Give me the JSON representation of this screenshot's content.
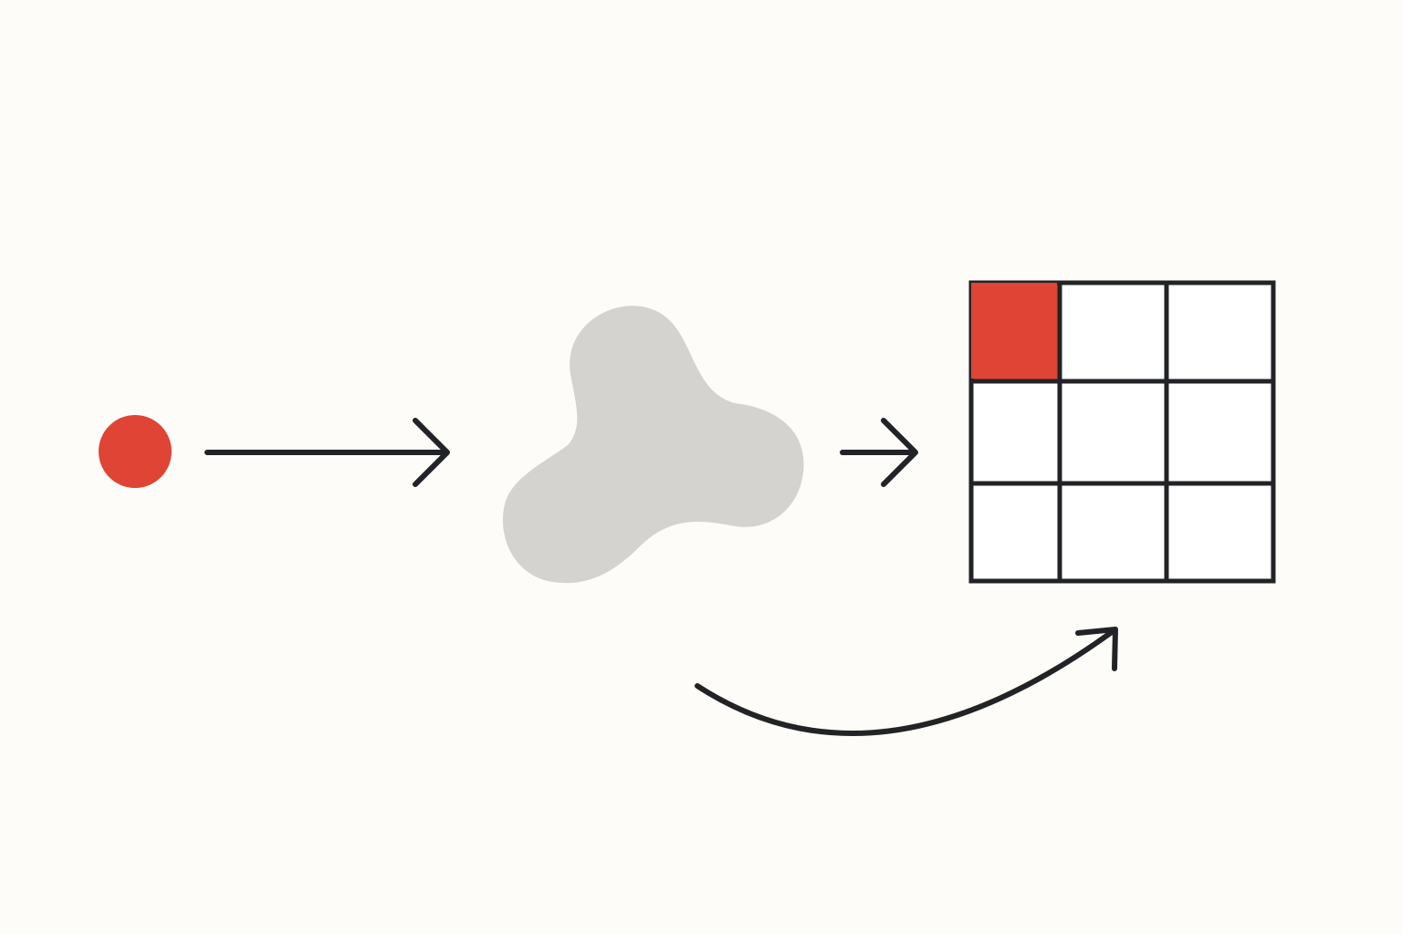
{
  "colors": {
    "background": "#fdfcf8",
    "accent_red": "#e04434",
    "blob_gray": "#d4d3cf",
    "stroke": "#222326",
    "cell_fill": "#ffffff"
  },
  "elements": {
    "source": {
      "icon": "red-dot-icon"
    },
    "transform": {
      "icon": "gray-blob-icon"
    },
    "grid": {
      "rows": 3,
      "cols": 3,
      "highlighted_cell": [
        0,
        0
      ]
    },
    "arrows": [
      "arrow-right-long",
      "arrow-right-short",
      "curved-arrow-up-right"
    ]
  }
}
